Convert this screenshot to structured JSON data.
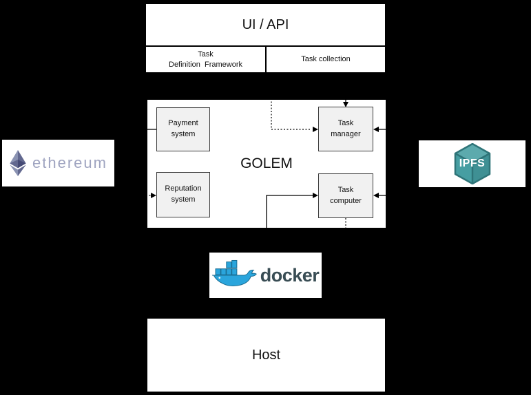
{
  "colors": {
    "background": "#000000",
    "box_fill": "#ffffff",
    "module_fill": "#f1f1f1",
    "line": "#000000",
    "ethereum_light": "#8A92B2",
    "ethereum_mid": "#62688F",
    "ethereum_dark": "#454A75",
    "ethereum_wordmark": "#9fa4c0",
    "ipfs_teal": "#469ea2",
    "ipfs_teal_light": "#5caaad",
    "ipfs_teal_dark": "#2e7478",
    "docker_blue": "#2aa5dc",
    "docker_outline": "#1b6e93",
    "docker_text": "#394d54"
  },
  "ui_api": {
    "title": "UI / API",
    "task_definition_line1": "Task",
    "task_definition_line2": "Definition  Framework",
    "task_collection": "Task collection"
  },
  "golem": {
    "title": "GOLEM",
    "payment_system": {
      "line1": "Payment",
      "line2": "system"
    },
    "reputation_system": {
      "line1": "Reputation",
      "line2": "system"
    },
    "task_manager": {
      "line1": "Task",
      "line2": "manager"
    },
    "task_computer": {
      "line1": "Task",
      "line2": "computer"
    }
  },
  "ethereum": {
    "wordmark": "ethereum"
  },
  "ipfs": {
    "label": "IPFS"
  },
  "docker": {
    "wordmark": "docker"
  },
  "host": {
    "title": "Host"
  }
}
